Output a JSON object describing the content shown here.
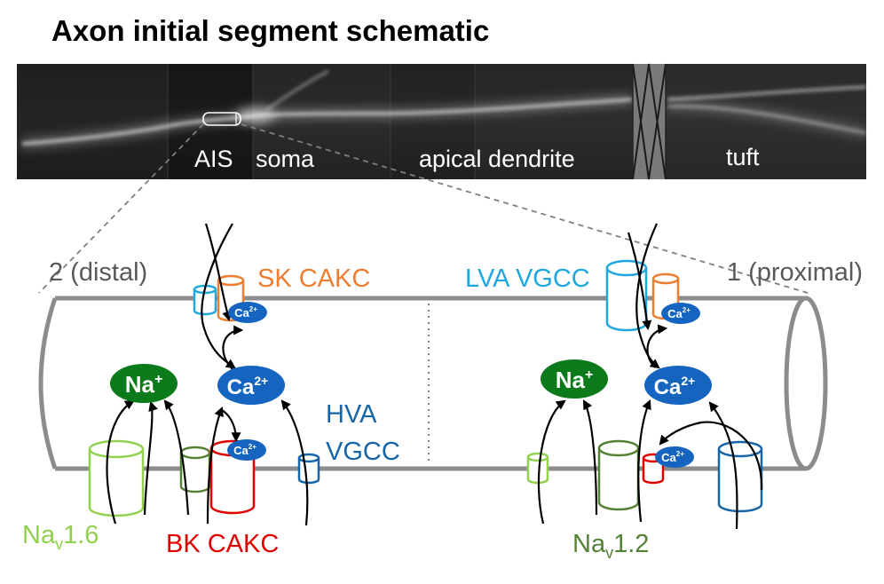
{
  "title": "Axon initial segment schematic",
  "micrograph": {
    "labels": {
      "ais": "AIS",
      "soma": "soma",
      "apical_dendrite": "apical dendrite",
      "tuft": "tuft"
    }
  },
  "axon_ends": {
    "distal": "2 (distal)",
    "proximal": "1 (proximal)"
  },
  "channels": {
    "sk_cakc": "SK CAKC",
    "lva_vgcc": "LVA VGCC",
    "hva_line1": "HVA",
    "hva_line2": "VGCC",
    "bk_cakc": "BK CAKC",
    "nav16_base": "Na",
    "nav16_sub": "v",
    "nav16_tail": "1.6",
    "nav12_base": "Na",
    "nav12_sub": "v",
    "nav12_tail": "1.2"
  },
  "ions": {
    "na": "Na",
    "na_charge": "+",
    "ca": "Ca",
    "ca_charge": "2+"
  },
  "colors": {
    "nav16": "#92d050",
    "nav12": "#548235",
    "sk_cakc": "#ed7d31",
    "bk_cakc": "#e00000",
    "lva_vgcc": "#1fa7e0",
    "hva_vgcc": "#1565a8",
    "ca_ion": "#1565c0",
    "na_ion": "#0a7a1a",
    "axon": "#8c8c8c"
  }
}
